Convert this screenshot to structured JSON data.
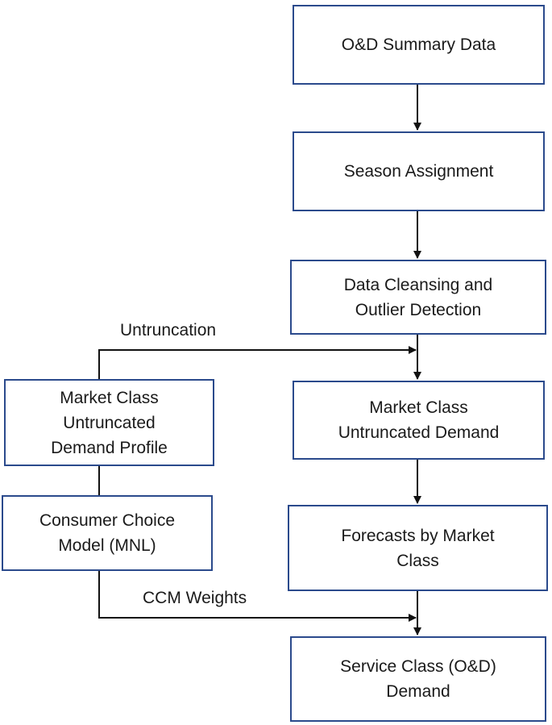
{
  "nodes": {
    "od_summary": "O&D Summary Data",
    "season_assignment": "Season Assignment",
    "data_cleansing": "Data Cleansing and\nOutlier Detection",
    "market_class_demand": "Market Class\nUntruncated Demand",
    "forecasts": "Forecasts by Market\nClass",
    "service_class": "Service Class (O&D)\nDemand",
    "demand_profile": "Market Class\nUntruncated\nDemand Profile",
    "ccm": "Consumer Choice\nModel (MNL)"
  },
  "edges": {
    "untruncation": "Untruncation",
    "ccm_weights": "CCM Weights"
  },
  "colors": {
    "box_border": "#2b4a8c",
    "line": "#111111"
  }
}
